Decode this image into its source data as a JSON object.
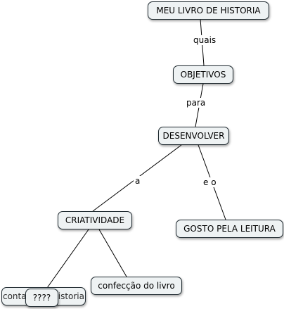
{
  "colors": {
    "node_fill": "#eef2f3",
    "node_border": "#1f2a30",
    "line": "#000000"
  },
  "nodes": {
    "meu_livro": "MEU LIVRO DE HISTORIA",
    "objetivos": "OBJETIVOS",
    "desenvolver": "DESENVOLVER",
    "criatividade": "CRIATIVIDADE",
    "gosto": "GOSTO PELA LEITURA",
    "contando": "contando a historia",
    "confeccao": "confecção do livro",
    "interrogacao": "????"
  },
  "links": {
    "quais": "quais",
    "para": "para",
    "a": "a",
    "eo": "e o"
  }
}
